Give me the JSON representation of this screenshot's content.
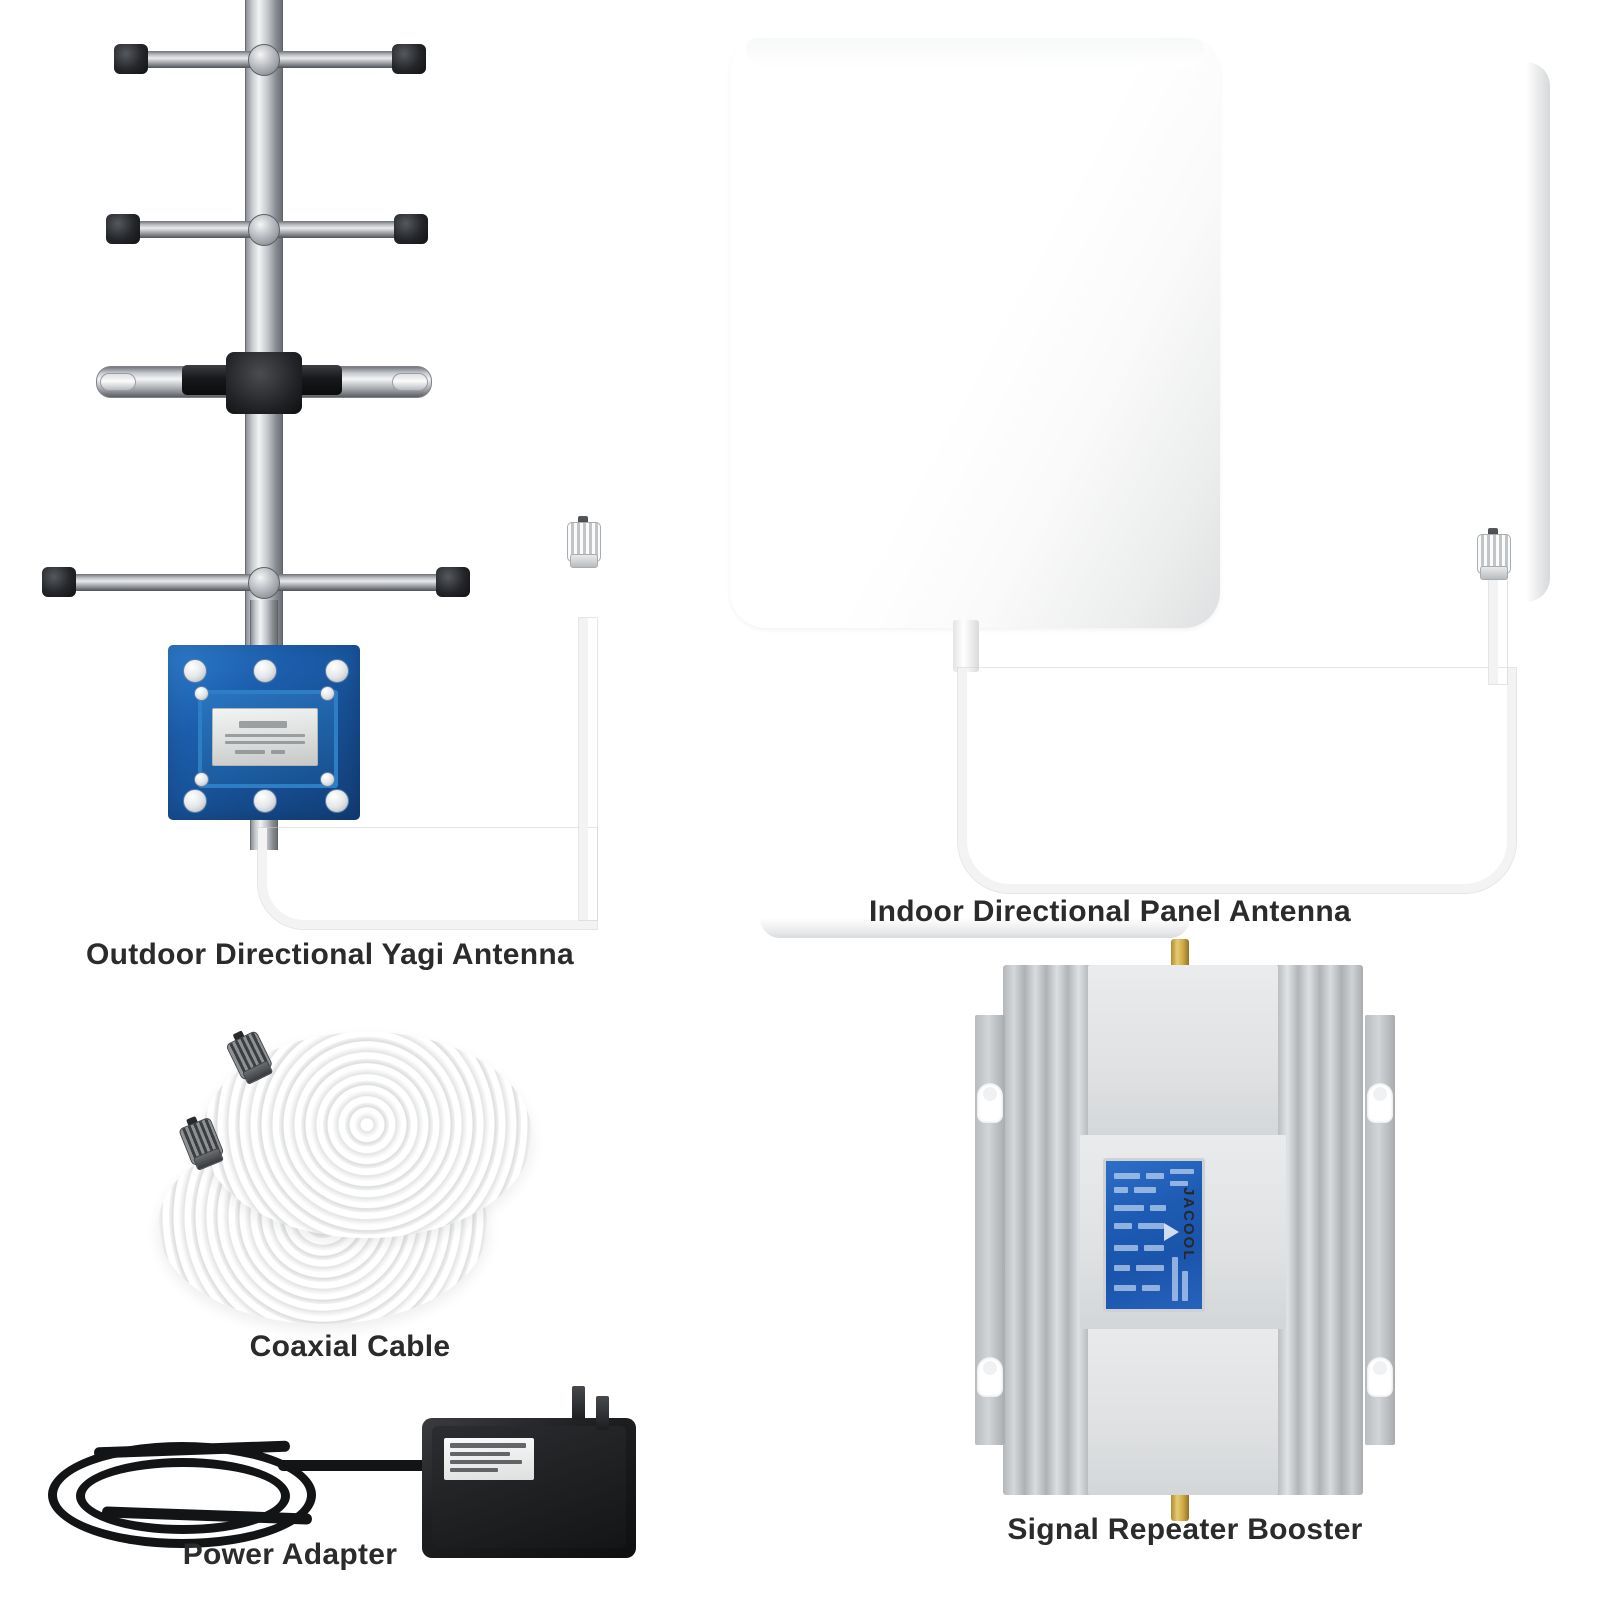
{
  "page": {
    "background_color": "#ffffff",
    "caption_color": "#2b2b2b"
  },
  "components": {
    "yagi": {
      "caption": "Outdoor Directional Yagi Antenna",
      "junction_box_color": "#1c5fae",
      "connector_name": "n-type-connector"
    },
    "panel": {
      "caption": "Indoor Directional Panel Antenna",
      "body_color": "#ffffff",
      "connector_name": "n-type-connector"
    },
    "coax": {
      "caption": "Coaxial Cable",
      "cable_color": "#ffffff",
      "connector_count": "2"
    },
    "adapter": {
      "caption": "Power Adapter",
      "body_color": "#1d1f21"
    },
    "booster": {
      "caption": "Signal Repeater Booster",
      "brand": "JACOOL",
      "housing_color": "#c9ccce",
      "display_color": "#1e5bb4"
    }
  }
}
